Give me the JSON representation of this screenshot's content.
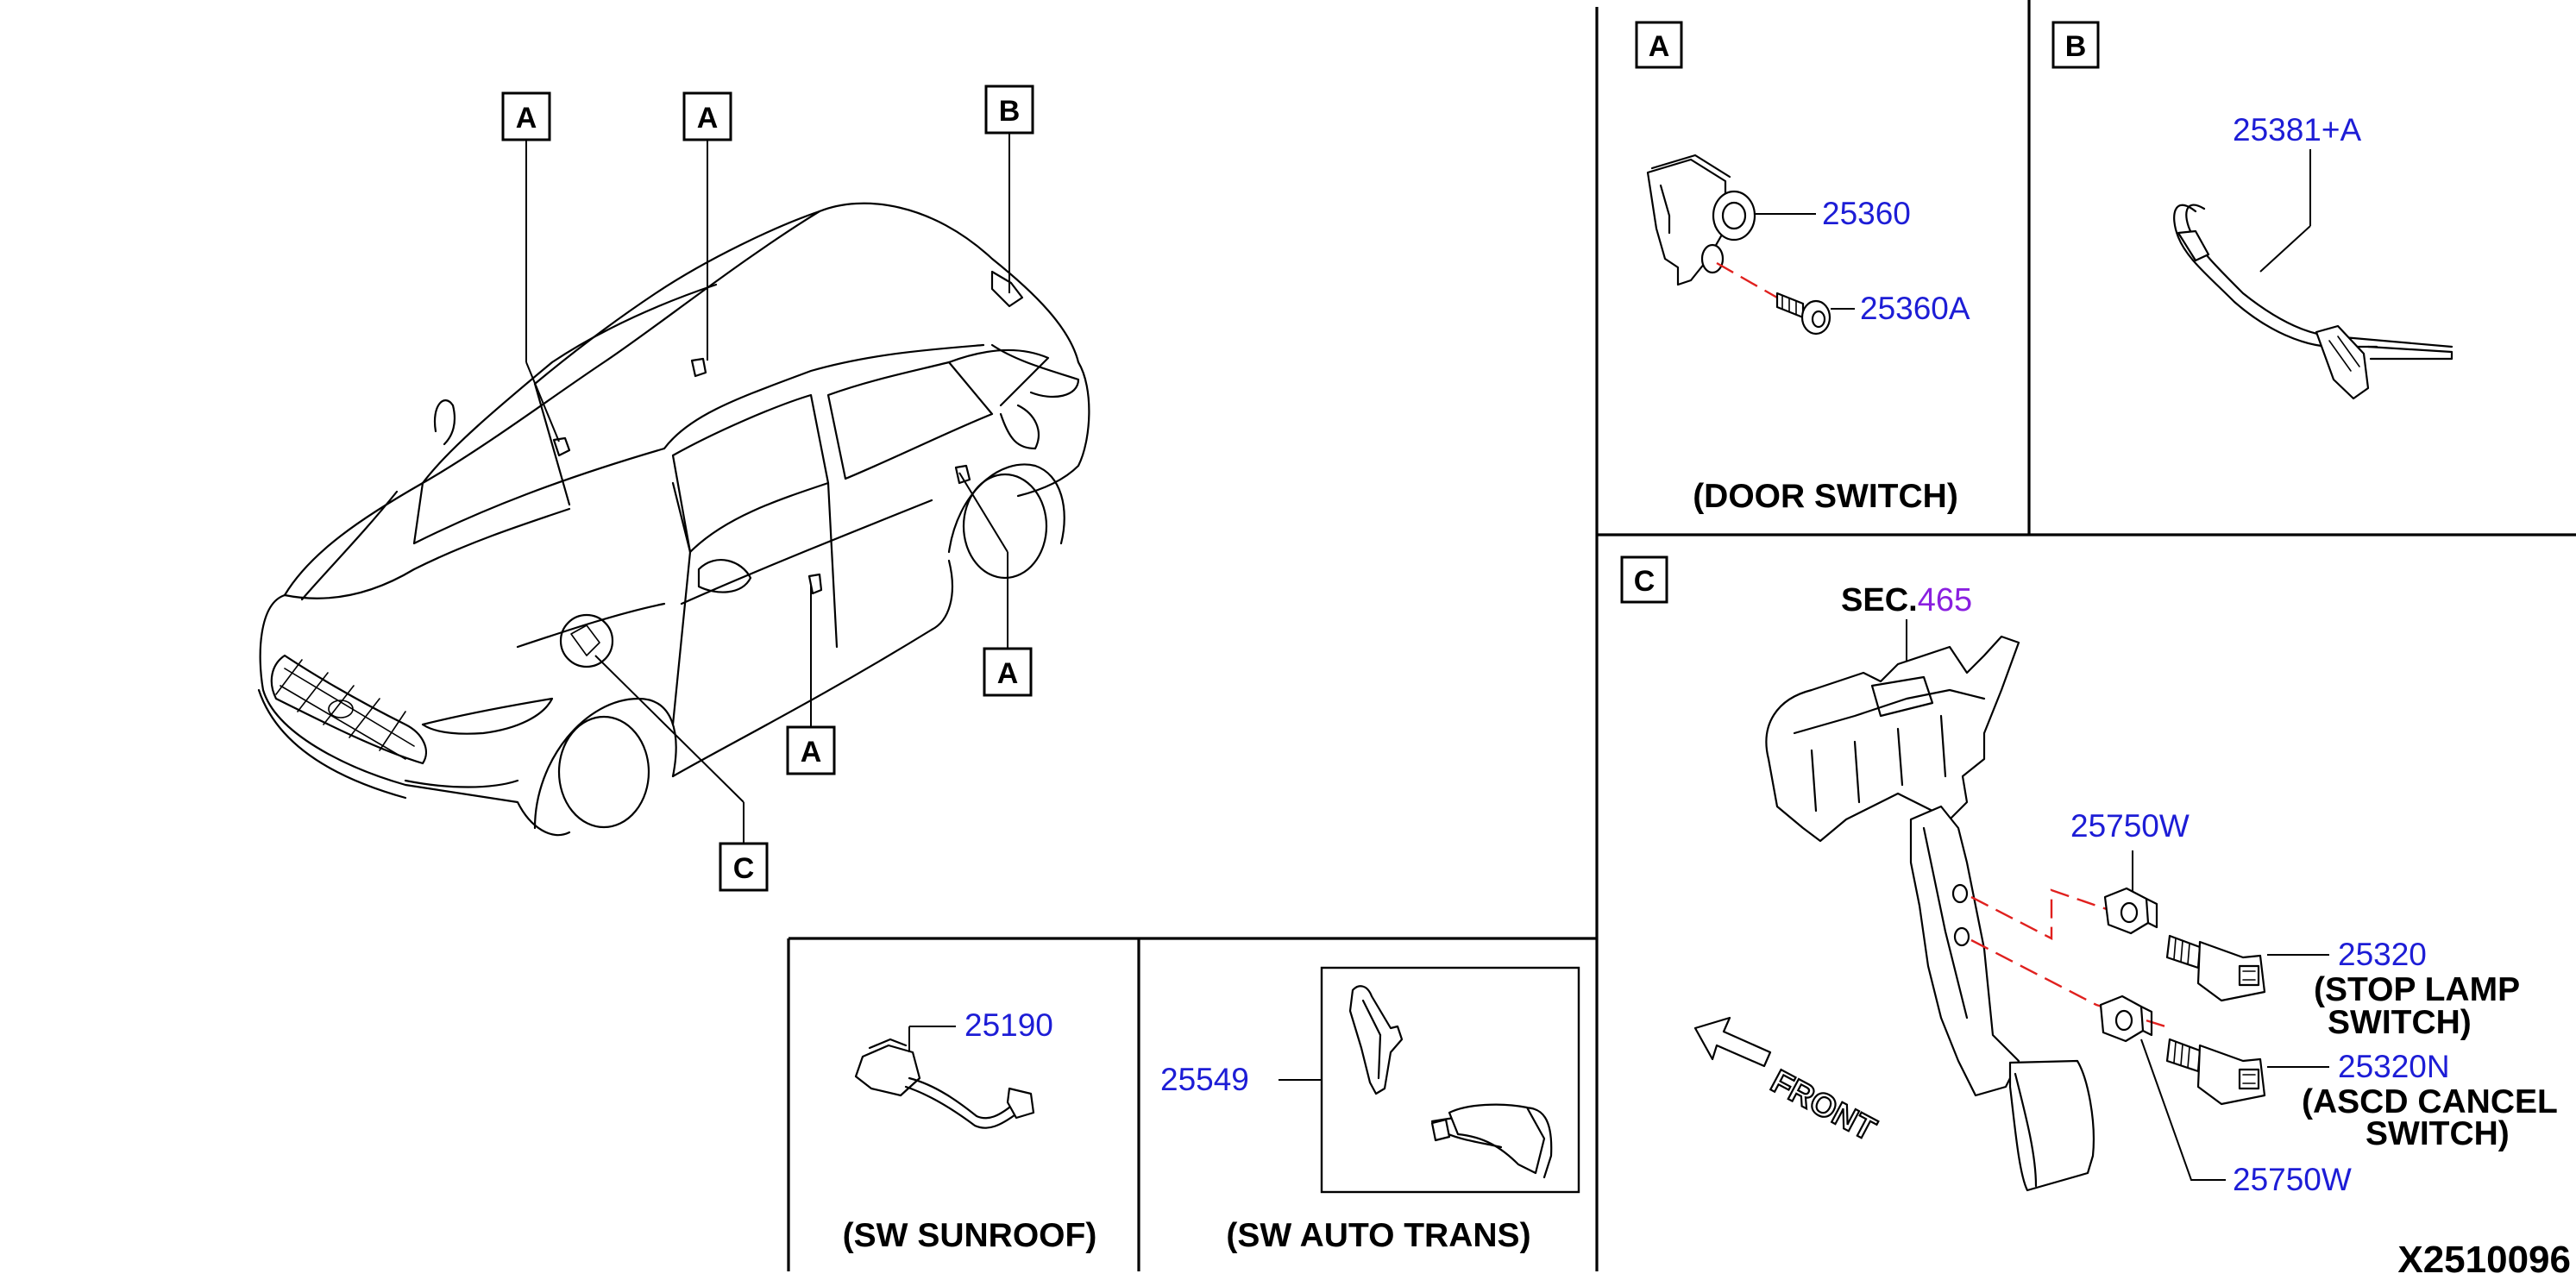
{
  "callouts": {
    "a": "A",
    "b": "B",
    "c": "C"
  },
  "parts": {
    "door_switch": "25360",
    "door_switch_bolt": "25360A",
    "harness_switch": "25381+A",
    "sunroof_switch": "25190",
    "auto_trans_switch": "25549",
    "stop_lamp_nut": "25750W",
    "stop_lamp_switch": "25320",
    "ascd_cancel_switch": "25320N",
    "ascd_nut": "25750W"
  },
  "captions": {
    "door_switch": "(DOOR SWITCH)",
    "sunroof": "(SW SUNROOF)",
    "auto_trans": "(SW AUTO TRANS)",
    "stop_lamp_line1": "(STOP LAMP",
    "stop_lamp_line2": "SWITCH)",
    "ascd_line1": "(ASCD CANCEL",
    "ascd_line2": "SWITCH)"
  },
  "section_ref": {
    "prefix": "SEC.",
    "number": "465"
  },
  "front_label": "FRONT",
  "diagram_code": "X2510096",
  "colors": {
    "part_number": "#1d1dd6",
    "section_number": "#8a1fe0",
    "explode_line": "#e0201e"
  }
}
